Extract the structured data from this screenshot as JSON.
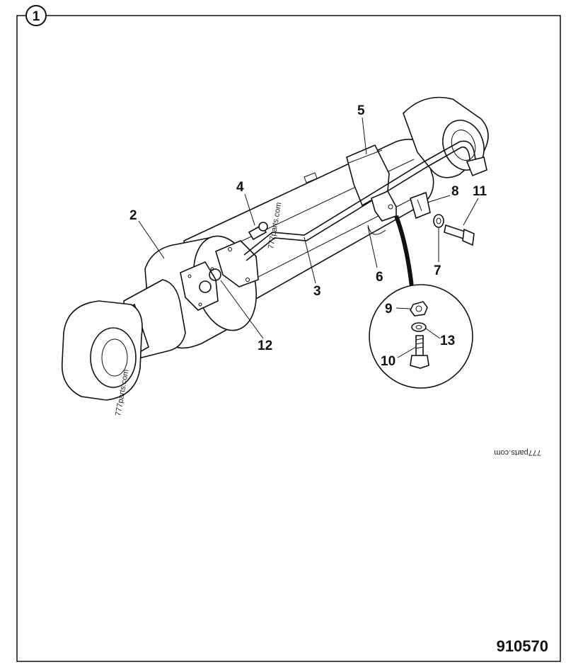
{
  "figure_number": "1",
  "drawing_number": "910570",
  "watermark": "777parts.com",
  "callouts": {
    "c1": "2",
    "c2": "3",
    "c3": "4",
    "c4": "5",
    "c5": "6",
    "c6": "7",
    "c7": "8",
    "c8": "9",
    "c9": "10",
    "c10": "11",
    "c11": "12",
    "c12": "13"
  }
}
